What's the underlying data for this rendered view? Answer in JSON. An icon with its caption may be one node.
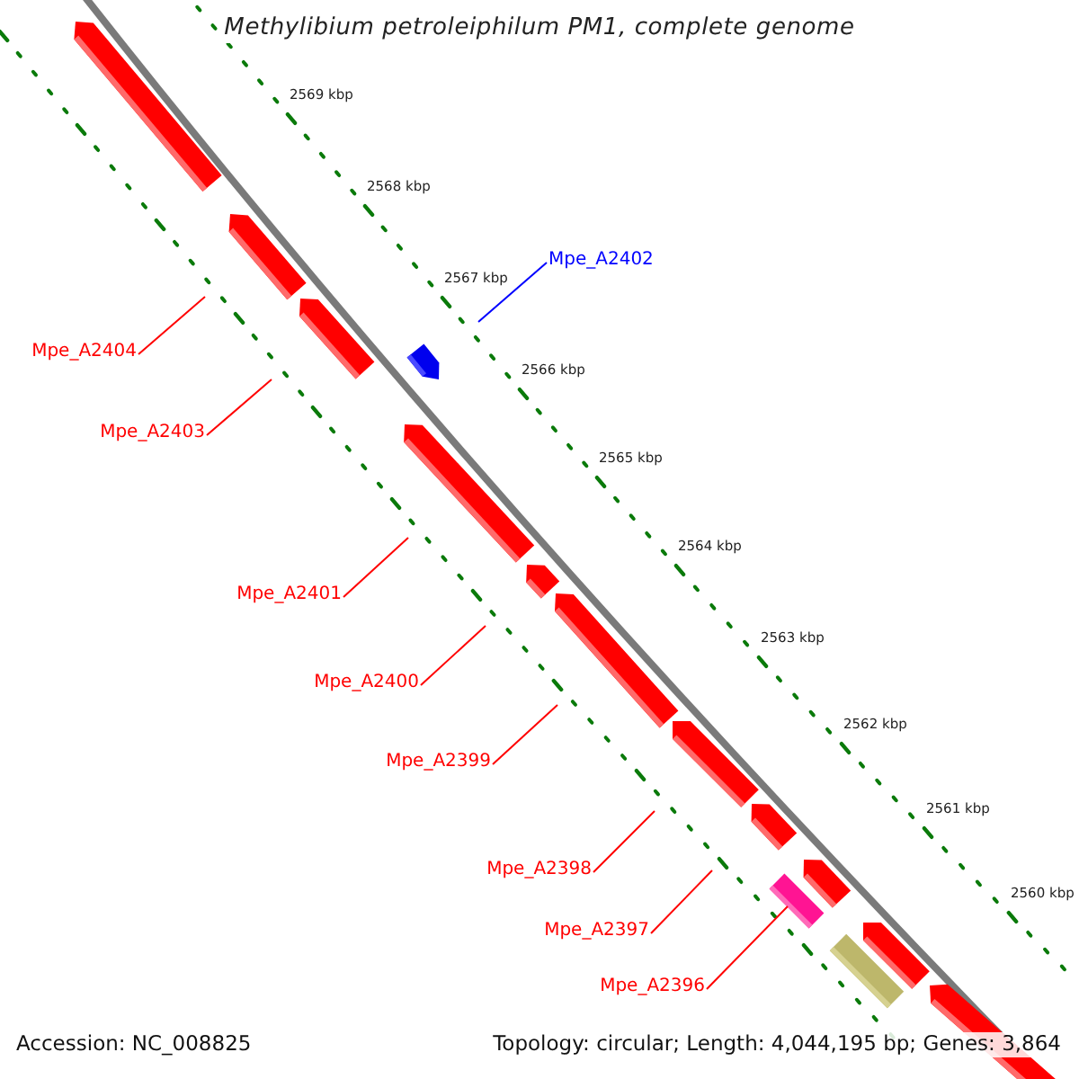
{
  "diagram": {
    "title": "Methylibium petroleiphilum PM1, complete genome",
    "nodes": [
      {
        "text": [
          "Mpe_A2402"
        ]
      },
      {
        "text": [
          "Mpe_A2404"
        ]
      },
      {
        "text": [
          "Mpe_A2403"
        ]
      },
      {
        "text": [
          "Mpe_A2401"
        ]
      },
      {
        "text": [
          "Mpe_A2400"
        ]
      },
      {
        "text": [
          "Mpe_A2399"
        ]
      },
      {
        "text": [
          "Mpe_A2398"
        ]
      },
      {
        "text": [
          "Mpe_A2397"
        ]
      },
      {
        "text": [
          "Mpe_A2396"
        ]
      },
      {
        "text": [],
        "shape": "box"
      }
    ],
    "edges": [
      {
        "from": 0,
        "to": null,
        "arrow": "none",
        "color": "#0000ff"
      },
      {
        "from": 1,
        "to": null,
        "arrow": "none"
      },
      {
        "from": 2,
        "to": null,
        "arrow": "none"
      },
      {
        "from": 3,
        "to": null,
        "arrow": "none"
      },
      {
        "from": 4,
        "to": null,
        "arrow": "none"
      },
      {
        "from": 5,
        "to": null,
        "arrow": "none"
      },
      {
        "from": 6,
        "to": null,
        "arrow": "none"
      },
      {
        "from": 7,
        "to": null,
        "arrow": "none"
      },
      {
        "from": 8,
        "to": 9,
        "arrow": "none"
      }
    ],
    "labels": [
      "2569 kbp",
      "2568 kbp",
      "2567 kbp",
      "2566 kbp",
      "2565 kbp",
      "2564 kbp",
      "2563 kbp",
      "2562 kbp",
      "2561 kbp",
      "2560 kbp",
      "Accession: NC_008825",
      "Topology: circular; Length: 4,044,195 bp; Genes: 3,864"
    ]
  }
}
